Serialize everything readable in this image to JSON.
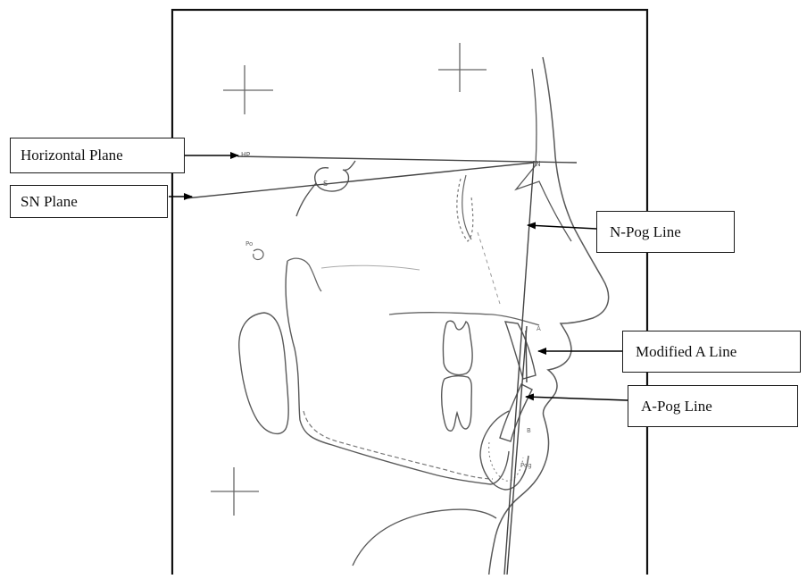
{
  "labels": {
    "horizontal_plane": "Horizontal Plane",
    "sn_plane": "SN Plane",
    "n_pog_line": "N-Pog Line",
    "modified_a_line": "Modified A Line",
    "a_pog_line": "A-Pog Line"
  },
  "tracing_marks": {
    "hp": "HP",
    "n": "N",
    "s": "S",
    "a": "A",
    "b": "B",
    "pog": "Pog"
  },
  "colors": {
    "frame": "#111111",
    "tracing": "#555555",
    "reference_lines": "#444444",
    "arrows": "#000000"
  }
}
